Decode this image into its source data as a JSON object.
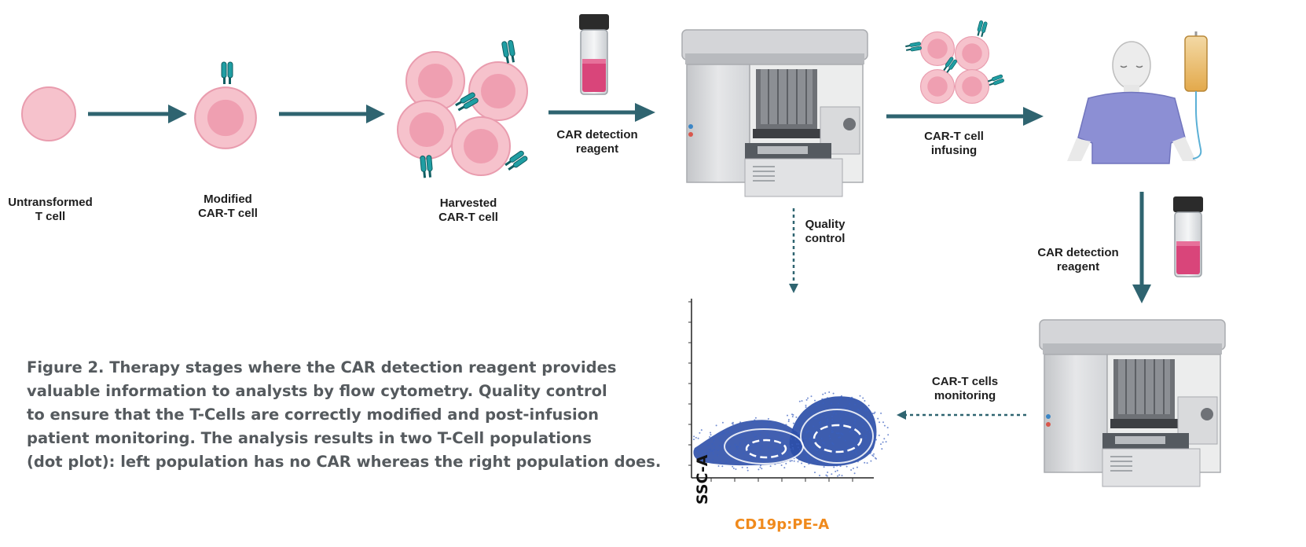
{
  "labels": {
    "untransformed": [
      "Untransformed",
      "T cell"
    ],
    "modified": [
      "Modified",
      "CAR-T cell"
    ],
    "harvested": [
      "Harvested",
      "CAR-T cell"
    ],
    "car_detection_1": [
      "CAR detection",
      "reagent"
    ],
    "infusing": [
      "CAR-T cell",
      "infusing"
    ],
    "quality_control": [
      "Quality",
      "control"
    ],
    "car_detection_2": [
      "CAR detection",
      "reagent"
    ],
    "monitoring": [
      "CAR-T cells",
      "monitoring"
    ]
  },
  "caption": [
    "Figure 2. Therapy stages where the CAR detection reagent provides",
    "valuable information to analysts by flow cytometry. Quality control",
    "to ensure that the T-Cells are correctly modified and post-infusion",
    "patient monitoring. The analysis results in two T-Cell populations",
    "(dot plot): left population has no CAR whereas the right population does."
  ],
  "plot": {
    "y_axis_label": "SSC-A",
    "x_axis_label": "CD19p:PE-A"
  },
  "colors": {
    "arrow": "#2f6470",
    "cell": "#f4b6c2",
    "receptor": "#1f9ea3",
    "reagent": "#d9457a",
    "dot_plot": "#2d4fa8",
    "x_label": "#f08a1c"
  }
}
